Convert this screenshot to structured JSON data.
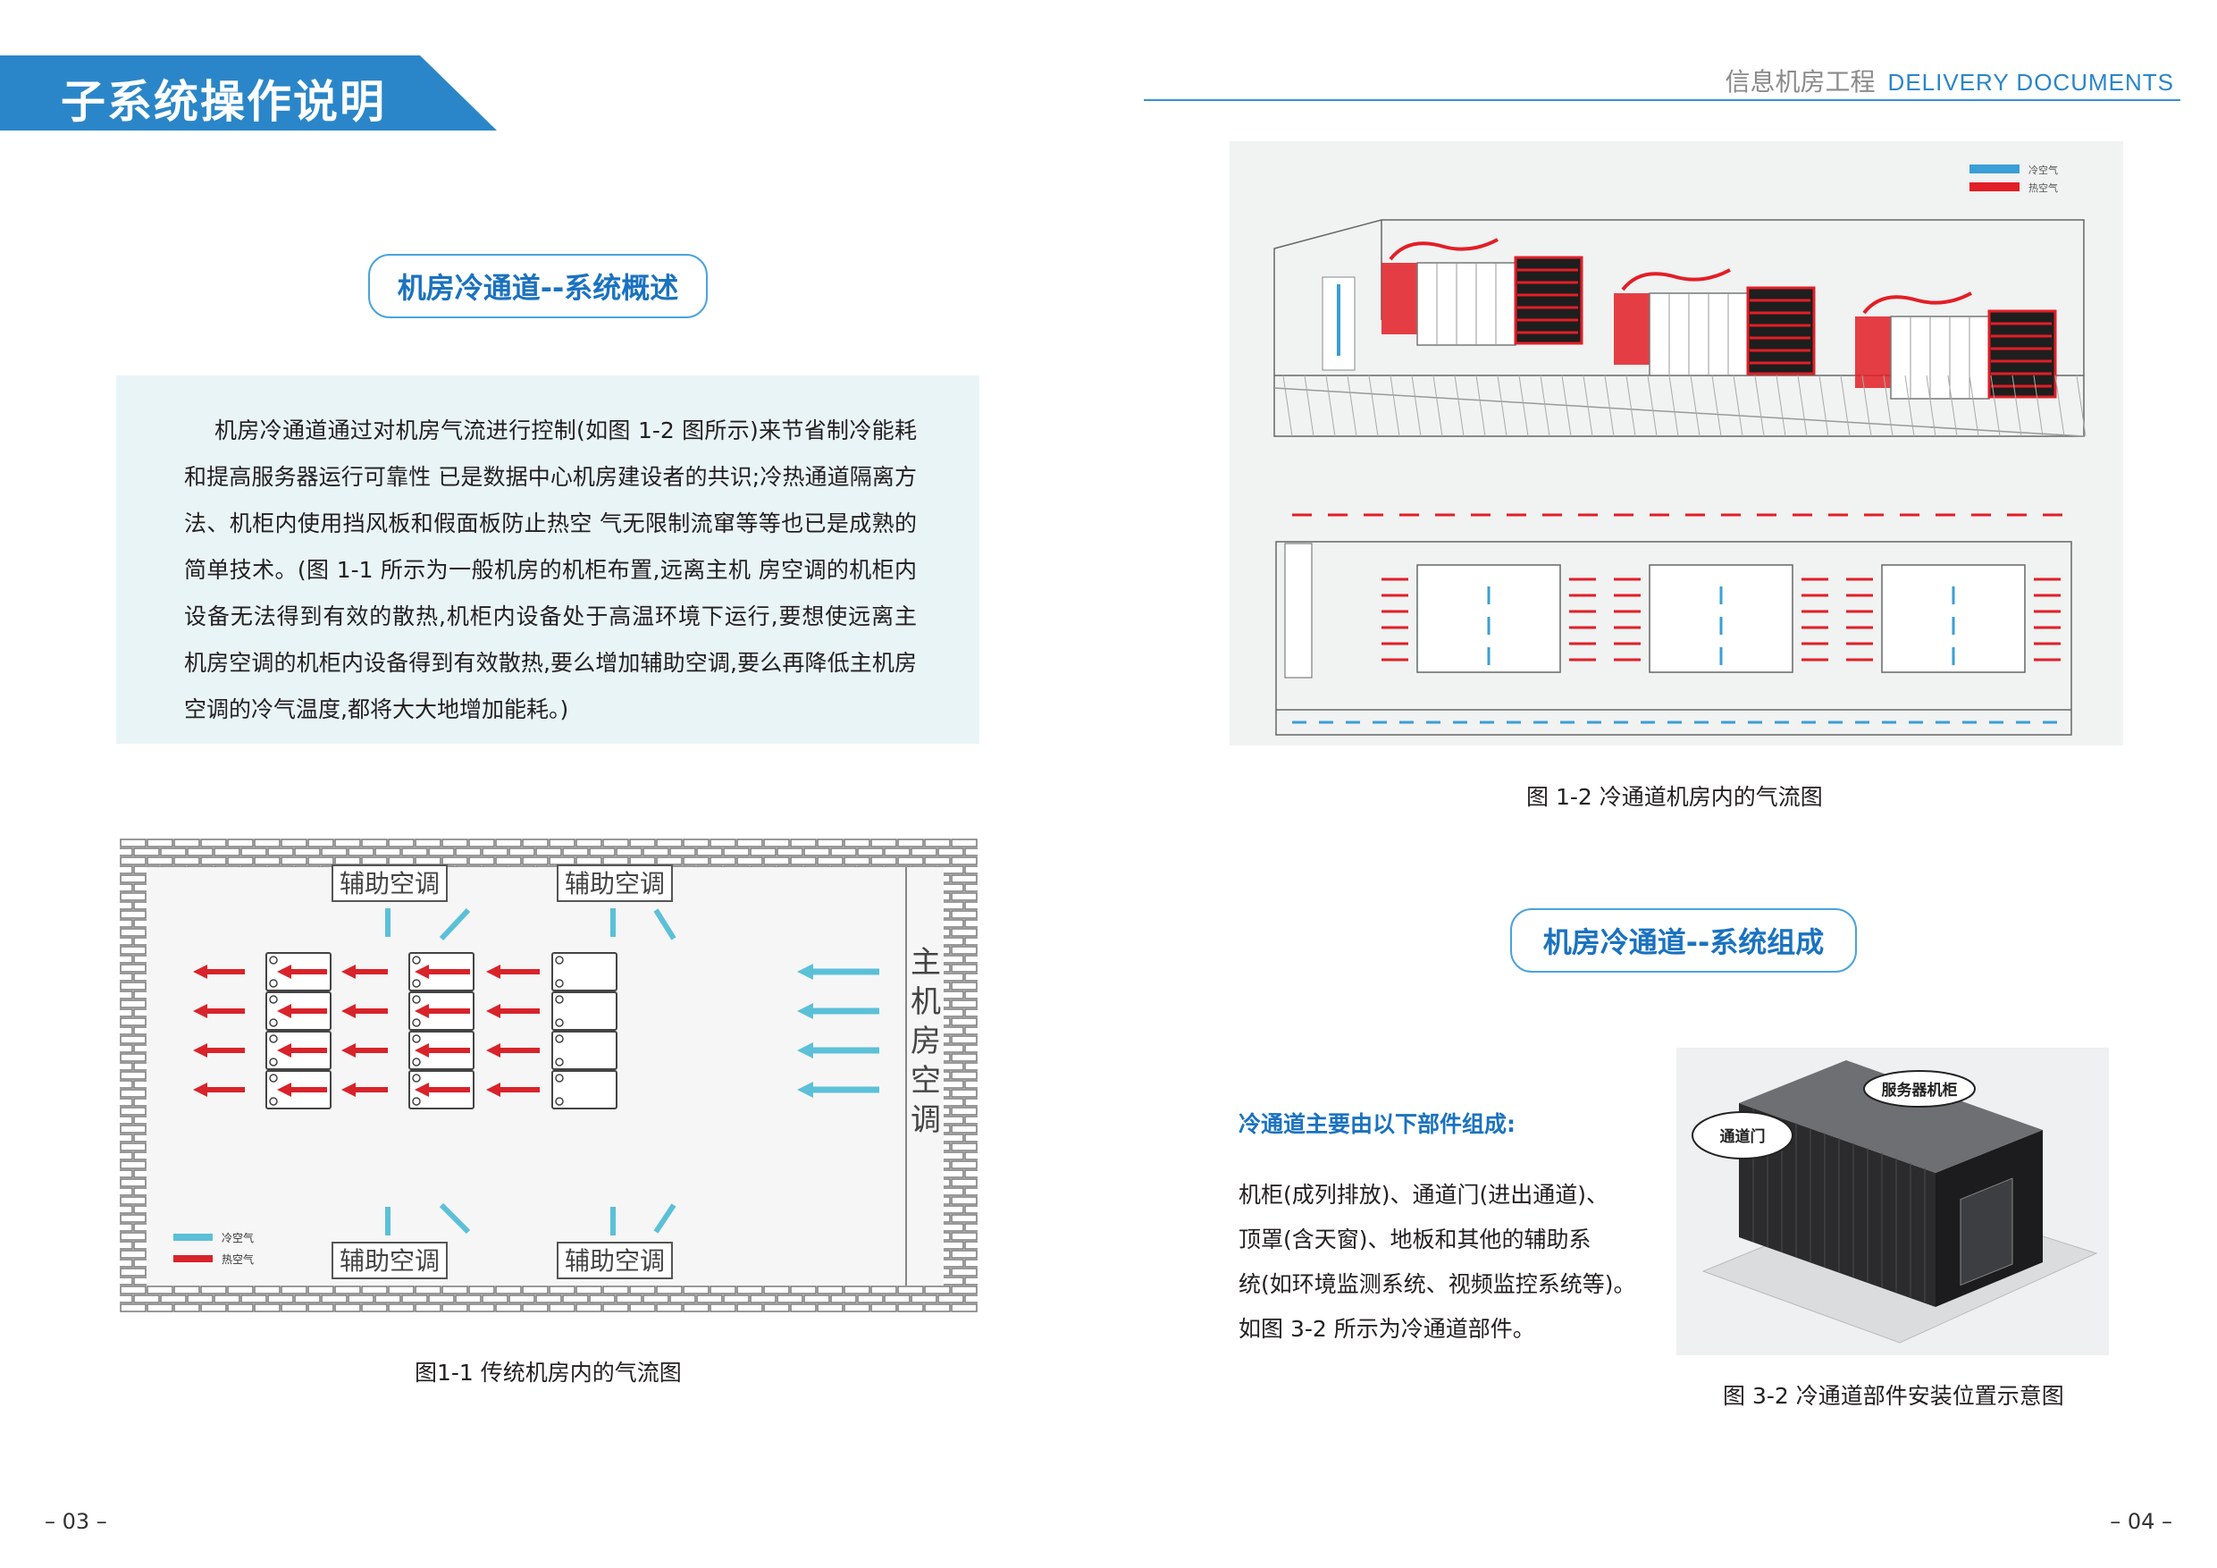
{
  "header": {
    "section_title": "子系统操作说明",
    "brand_cn": "信息机房工程",
    "brand_en": "DELIVERY DOCUMENTS"
  },
  "overview": {
    "heading": "机房冷通道--系统概述",
    "paragraph": "机房冷通道通过对机房气流进行控制(如图 1-2 图所示)来节省制冷能耗和提高服务器运行可靠性 已是数据中心机房建设者的共识;冷热通道隔离方法、机柜内使用挡风板和假面板防止热空 气无限制流窜等等也已是成熟的简单技术。(图 1-1 所示为一般机房的机柜布置,远离主机 房空调的机柜内设备无法得到有效的散热,机柜内设备处于高温环境下运行,要想使远离主 机房空调的机柜内设备得到有效散热,要么增加辅助空调,要么再降低主机房空调的冷气温度,都将大大地增加能耗。)"
  },
  "figure_1_1": {
    "caption": "图1-1 传统机房内的气流图",
    "aux_label": "辅助空调",
    "main_ac_label": "主机房空调",
    "legend_cold": "冷空气",
    "legend_hot": "热空气"
  },
  "figure_1_2": {
    "caption": "图 1-2 冷通道机房内的气流图",
    "legend_cold": "冷空气",
    "legend_hot": "热空气"
  },
  "composition": {
    "heading": "机房冷通道--系统组成",
    "subheading": "冷通道主要由以下部件组成:",
    "lines": [
      "机柜(成列排放)、通道门(进出通道)、",
      "顶罩(含天窗)、地板和其他的辅助系",
      "统(如环境监测系统、视频监控系统等)。",
      "如图 3-2 所示为冷通道部件。"
    ]
  },
  "figure_3_2": {
    "caption": "图 3-2 冷通道部件安装位置示意图",
    "callout_door": "通道门",
    "callout_rack": "服务器机柜"
  },
  "page_numbers": {
    "left": "– 03 –",
    "right": "– 04 –"
  },
  "colors": {
    "accent_blue": "#1a72c0",
    "banner_blue": "#2a86c8",
    "cold_air": "#5bc0d8",
    "hot_air": "#d8232a"
  }
}
